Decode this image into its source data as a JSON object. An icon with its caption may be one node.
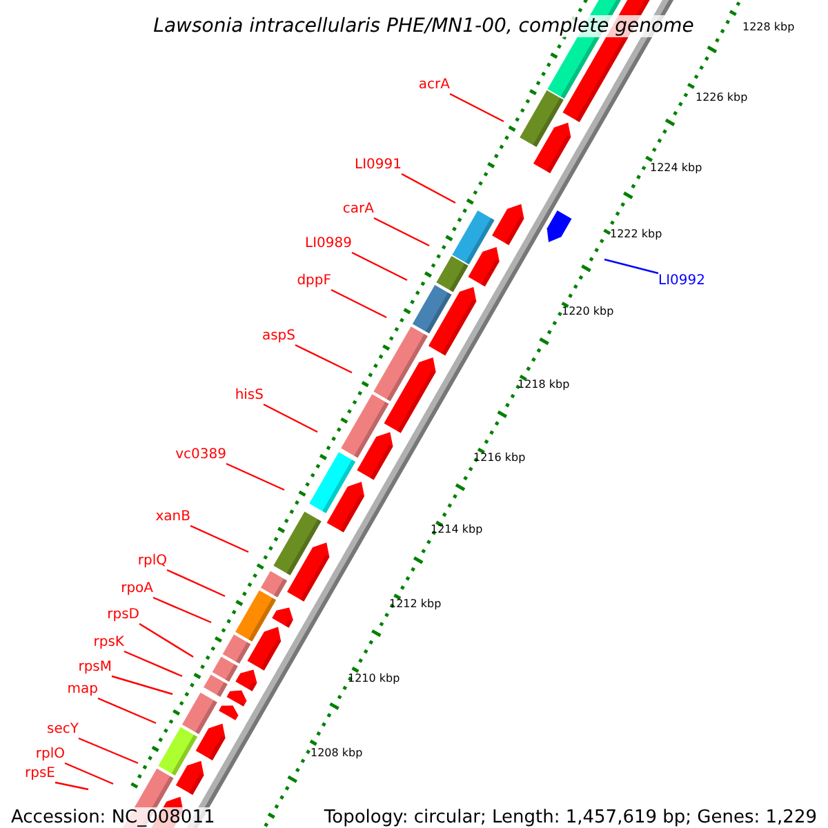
{
  "diagram": {
    "title": "Lawsonia intracellularis PHE/MN1-00, complete genome",
    "nodes": [
      {
        "text": [
          "acrA"
        ]
      },
      {
        "text": [
          "LI0991"
        ]
      },
      {
        "text": [
          "carA"
        ]
      },
      {
        "text": [
          "LI0989"
        ]
      },
      {
        "text": [
          "dppF"
        ]
      },
      {
        "text": [
          "LI0992"
        ]
      },
      {
        "text": [
          "aspS"
        ]
      },
      {
        "text": [
          "hisS"
        ]
      },
      {
        "text": [
          "vc0389"
        ]
      },
      {
        "text": [
          "xanB"
        ]
      },
      {
        "text": [
          "rplQ"
        ]
      },
      {
        "text": [
          "rpoA"
        ]
      },
      {
        "text": [
          "rpsD"
        ]
      },
      {
        "text": [
          "rpsK"
        ]
      },
      {
        "text": [
          "rpsM"
        ]
      },
      {
        "text": [
          "map"
        ]
      },
      {
        "text": [
          "secY"
        ]
      },
      {
        "text": [
          "rplO"
        ]
      },
      {
        "text": [
          "rpsE"
        ]
      }
    ],
    "edges": [
      {
        "from": 0,
        "to": null,
        "arrow": "none"
      },
      {
        "from": 1,
        "to": null,
        "arrow": "none"
      },
      {
        "from": 2,
        "to": null,
        "arrow": "none"
      },
      {
        "from": 3,
        "to": null,
        "arrow": "none"
      },
      {
        "from": 4,
        "to": null,
        "arrow": "none"
      },
      {
        "from": 5,
        "to": null,
        "arrow": "none",
        "color": "#0000ff"
      },
      {
        "from": 6,
        "to": null,
        "arrow": "none"
      },
      {
        "from": 7,
        "to": null,
        "arrow": "none"
      },
      {
        "from": 8,
        "to": null,
        "arrow": "none"
      },
      {
        "from": 9,
        "to": null,
        "arrow": "none"
      },
      {
        "from": 10,
        "to": null,
        "arrow": "none"
      },
      {
        "from": 11,
        "to": null,
        "arrow": "none"
      },
      {
        "from": 12,
        "to": null,
        "arrow": "none"
      },
      {
        "from": 13,
        "to": null,
        "arrow": "none"
      },
      {
        "from": 14,
        "to": null,
        "arrow": "none"
      },
      {
        "from": 15,
        "to": null,
        "arrow": "none"
      },
      {
        "from": 16,
        "to": null,
        "arrow": "none"
      },
      {
        "from": 17,
        "to": null,
        "arrow": "none"
      },
      {
        "from": 18,
        "to": null,
        "arrow": "none"
      }
    ],
    "labels": [
      "1228 kbp",
      "1226 kbp",
      "1224 kbp",
      "1222 kbp",
      "1220 kbp",
      "1218 kbp",
      "1216 kbp",
      "1214 kbp",
      "1212 kbp",
      "1210 kbp",
      "1208 kbp",
      "Accession: NC_008011",
      "Topology: circular; Length: 1,457,619 bp; Genes: 1,229"
    ]
  }
}
